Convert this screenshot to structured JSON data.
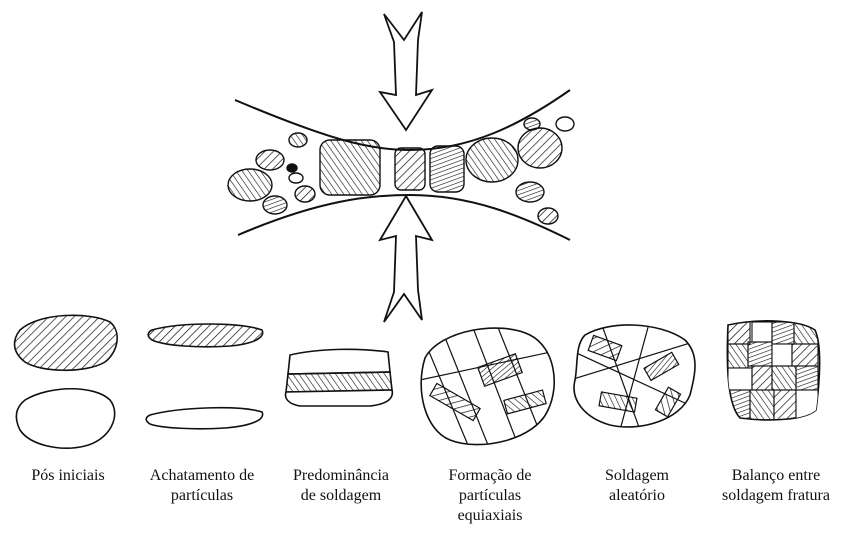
{
  "stages": [
    {
      "id": "pos-iniciais",
      "lines": [
        "Pós iniciais"
      ]
    },
    {
      "id": "achatamento",
      "lines": [
        "Achatamento de",
        "partículas"
      ]
    },
    {
      "id": "predominancia",
      "lines": [
        "Predominância",
        "de soldagem"
      ]
    },
    {
      "id": "formacao",
      "lines": [
        "Formação de",
        "partículas",
        "equiaxiais"
      ]
    },
    {
      "id": "soldagem-aleatorio",
      "lines": [
        "Soldagem",
        "aleatório"
      ]
    },
    {
      "id": "balanco",
      "lines": [
        "Balanço entre",
        "soldagem fratura"
      ]
    }
  ]
}
